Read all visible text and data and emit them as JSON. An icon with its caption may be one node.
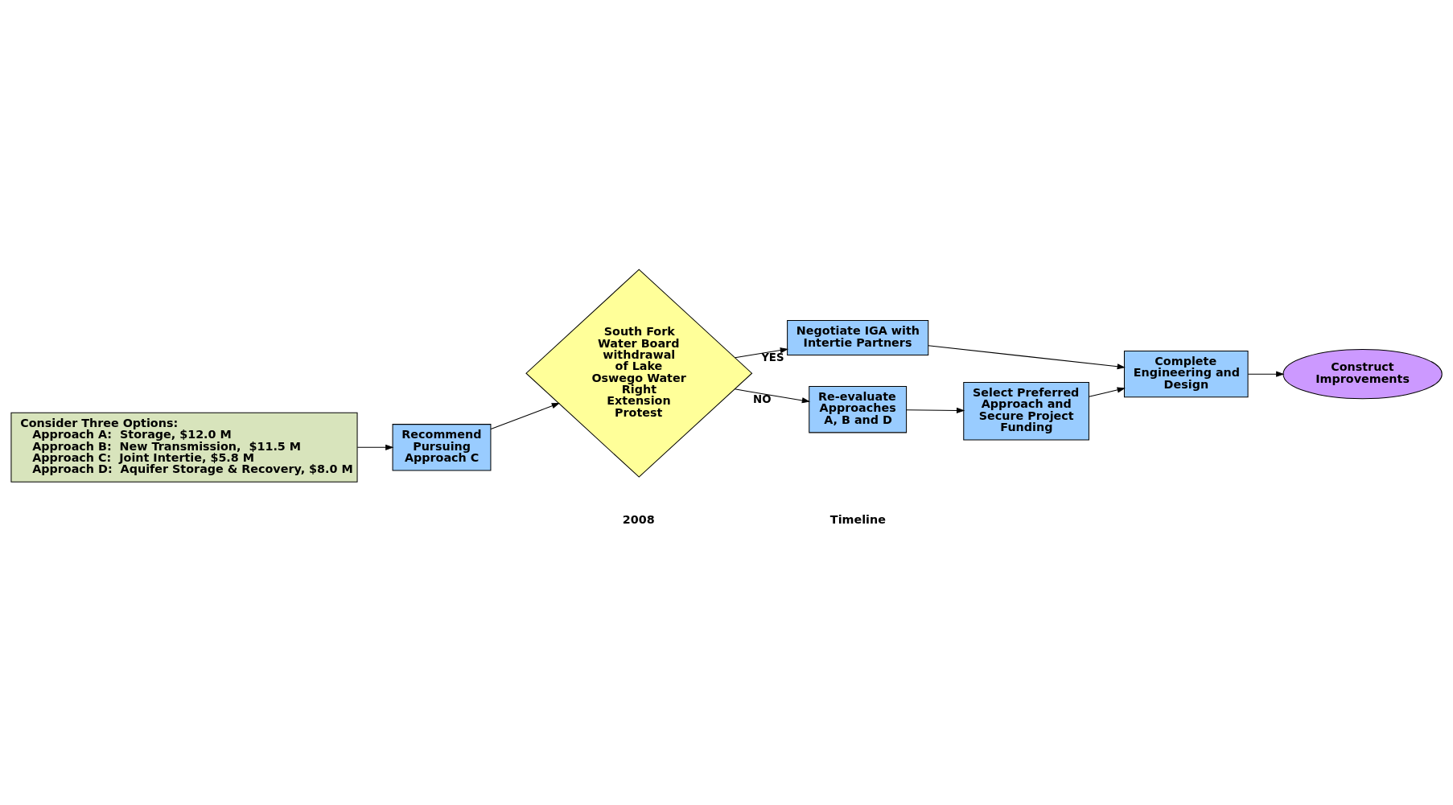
{
  "diagram": {
    "nodes": [
      {
        "text": [
          "Consider Three Options:",
          "Approach A:  Storage, $12.0 M",
          "Approach B:  New Transmission,  $11.5 M",
          "Approach C:  Joint Intertie, $5.8 M",
          "Approach D:  Aquifer Storage & Recovery, $8.0 M"
        ]
      },
      {
        "text": [
          "Recommend Pursuing Approach C"
        ]
      },
      {
        "text": [
          "South Fork Water Board withdrawal of Lake Oswego Water Right Extension Protest"
        ]
      },
      {
        "text": [
          "Negotiate IGA with Intertie Partners"
        ]
      },
      {
        "text": [
          "Re-evaluate Approaches A, B and D"
        ]
      },
      {
        "text": [
          "Select Preferred Approach and Secure Project Funding"
        ]
      },
      {
        "text": [
          "Complete Engineering and Design"
        ]
      },
      {
        "text": [
          "Construct Improvements"
        ]
      }
    ],
    "edges": [
      {
        "from": 0,
        "to": 1,
        "arrow": "to"
      },
      {
        "from": 1,
        "to": 2,
        "arrow": "to"
      },
      {
        "from": 2,
        "to": 3,
        "arrow": "to",
        "label": "YES"
      },
      {
        "from": 2,
        "to": 4,
        "arrow": "to",
        "label": "NO"
      },
      {
        "from": 4,
        "to": 5,
        "arrow": "to"
      },
      {
        "from": 3,
        "to": 6,
        "arrow": "to"
      },
      {
        "from": 5,
        "to": 6,
        "arrow": "to"
      },
      {
        "from": 6,
        "to": 7,
        "arrow": "to"
      }
    ],
    "labels": [
      "2008",
      "Timeline"
    ]
  }
}
